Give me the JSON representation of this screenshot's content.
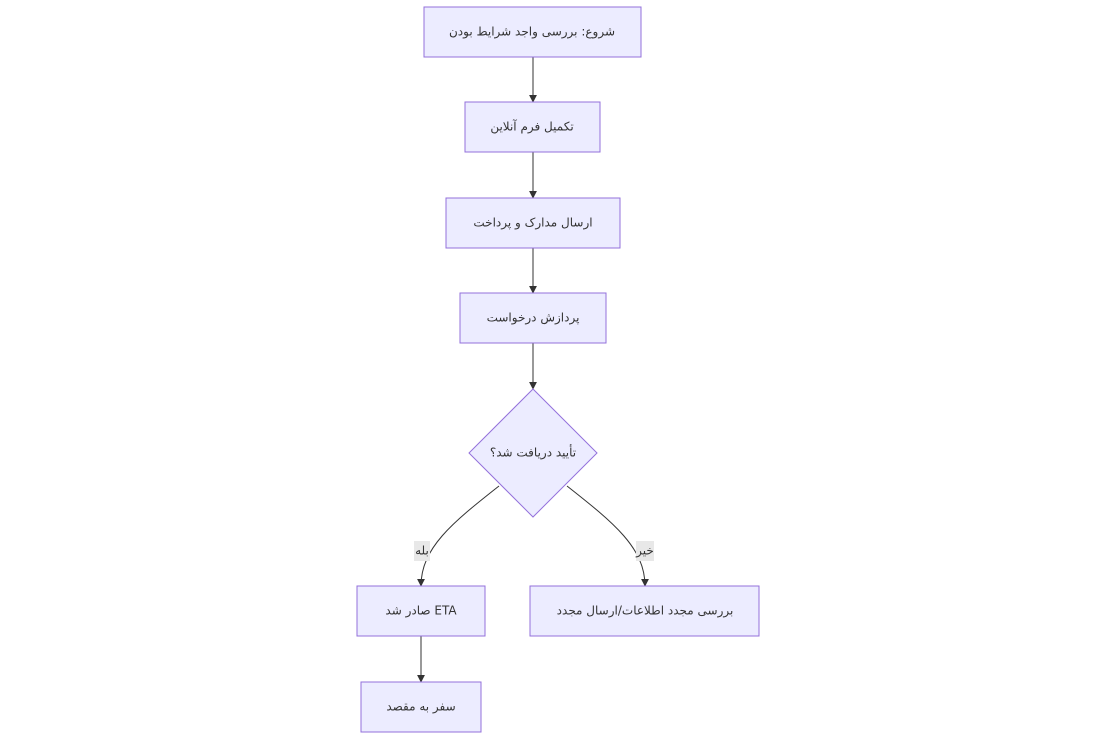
{
  "diagram": {
    "nodes": {
      "start": "شروع: بررسی واجد شرایط بودن",
      "form": "تکمیل فرم آنلاین",
      "submit": "ارسال مدارک و پرداخت",
      "process": "پردازش درخواست",
      "decision": "تأیید دریافت شد؟",
      "issued": "صادر شد ETA",
      "travel": "سفر به مقصد",
      "review": "بررسی مجدد اطلاعات/ارسال مجدد"
    },
    "edges": {
      "yes": "بله",
      "no": "خیر"
    },
    "colors": {
      "node_fill": "#ececff",
      "node_stroke": "#9370db",
      "edge": "#333333",
      "label_bg": "#e8e8e8"
    }
  }
}
